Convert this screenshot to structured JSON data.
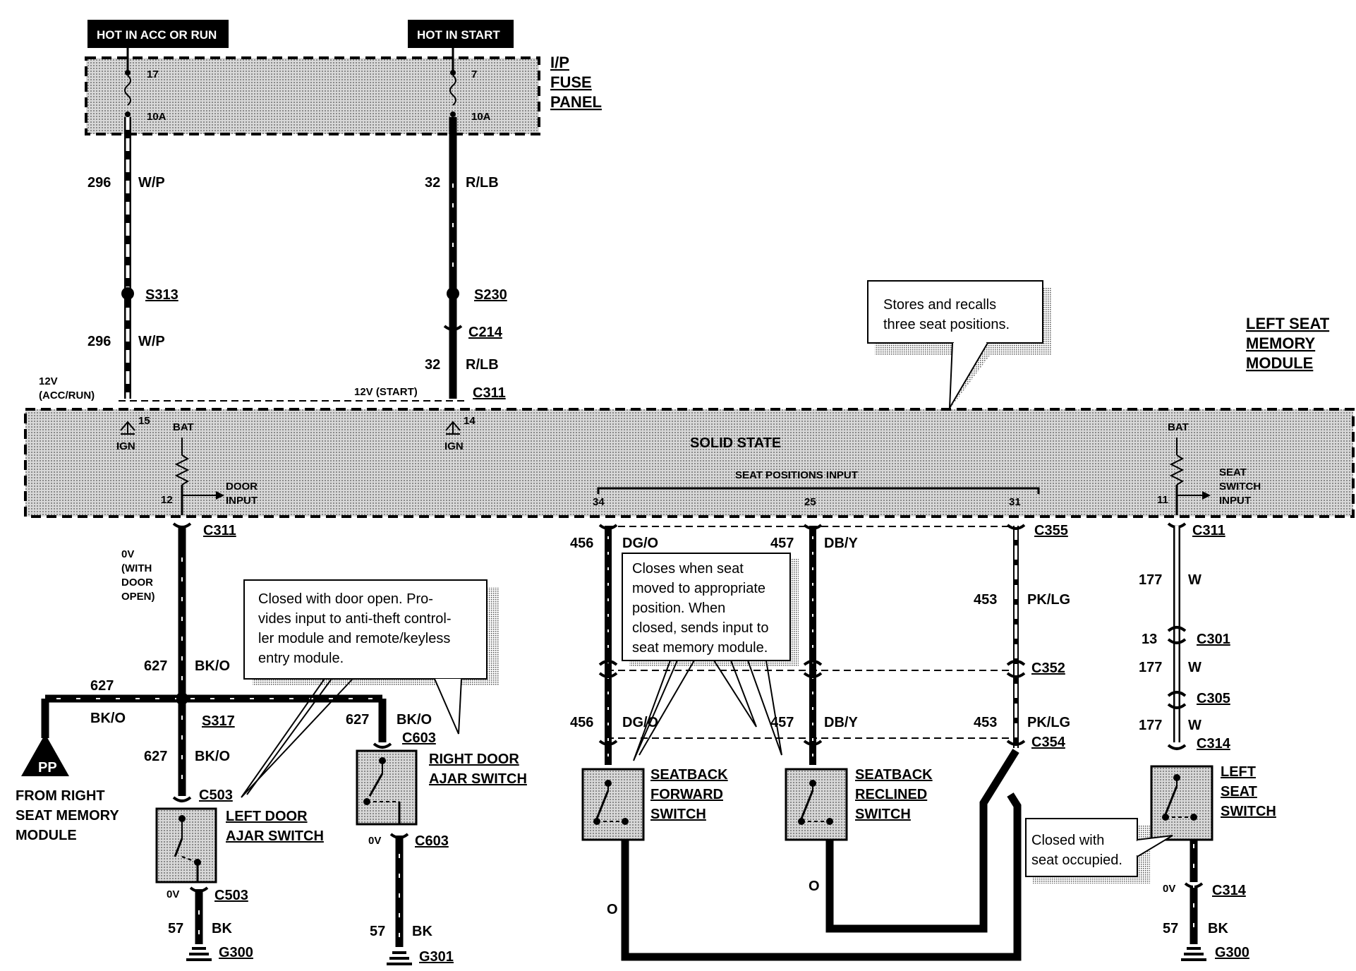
{
  "headers": {
    "hot_acc_run": "HOT IN ACC OR RUN",
    "hot_start": "HOT IN START"
  },
  "fuse_panel": {
    "title_l1": "I/P",
    "title_l2": "FUSE",
    "title_l3": "PANEL",
    "fuse17_num": "17",
    "fuse17_amp": "10A",
    "fuse7_num": "7",
    "fuse7_amp": "10A"
  },
  "module": {
    "title_l1": "LEFT SEAT",
    "title_l2": "MEMORY",
    "title_l3": "MODULE",
    "solid_state": "SOLID STATE",
    "seat_positions_input": "SEAT POSITIONS INPUT",
    "pin15": "15",
    "pin14": "14",
    "pin12": "12",
    "pin34": "34",
    "pin25": "25",
    "pin31": "31",
    "pin11": "11",
    "ign_a": "IGN",
    "ign_b": "IGN",
    "bat_a": "BAT",
    "bat_b": "BAT",
    "door_input_l1": "DOOR",
    "door_input_l2": "INPUT",
    "seat_switch_l1": "SEAT",
    "seat_switch_l2": "SWITCH",
    "seat_switch_l3": "INPUT",
    "v12_acc_l1": "12V",
    "v12_acc_l2": "(ACC/RUN)",
    "v12_start": "12V (START)"
  },
  "callouts": {
    "module_note_l1": "Stores and recalls",
    "module_note_l2": "three seat positions.",
    "door_note_l1": "Closed with door open.  Pro-",
    "door_note_l2": "vides input to anti-theft control-",
    "door_note_l3": "ler module and remote/keyless",
    "door_note_l4": "entry module.",
    "seatback_note_l1": "Closes when seat",
    "seatback_note_l2": "moved to appropriate",
    "seatback_note_l3": "position. When",
    "seatback_note_l4": "closed, sends input to",
    "seatback_note_l5": "seat memory module.",
    "seat_note_l1": "Closed with",
    "seat_note_l2": "seat occupied."
  },
  "wires": {
    "w296_num": "296",
    "w296_color": "W/P",
    "w32_num": "32",
    "w32_color": "R/LB",
    "w627_num": "627",
    "w627_color": "BK/O",
    "w456_num": "456",
    "w456_color": "DG/O",
    "w457_num": "457",
    "w457_color": "DB/Y",
    "w453_num": "453",
    "w453_color": "PK/LG",
    "w177_num": "177",
    "w177_color": "W",
    "w13_num": "13",
    "w57_num": "57",
    "w57_color": "BK",
    "o_color": "O",
    "zero_v": "0V",
    "zero_v_door_l1": "0V",
    "zero_v_door_l2": "(WITH",
    "zero_v_door_l3": "DOOR",
    "zero_v_door_l4": "OPEN)"
  },
  "connectors": {
    "s313": "S313",
    "s230": "S230",
    "c214": "C214",
    "c311": "C311",
    "s317": "S317",
    "c503": "C503",
    "c603": "C603",
    "c355": "C355",
    "c352": "C352",
    "c354": "C354",
    "c301": "C301",
    "c305": "C305",
    "c314": "C314",
    "g300": "G300",
    "g301": "G301"
  },
  "components": {
    "left_door_l1": "LEFT DOOR",
    "left_door_l2": "AJAR SWITCH",
    "right_door_l1": "RIGHT DOOR",
    "right_door_l2": "AJAR SWITCH",
    "seatback_fwd_l1": "SEATBACK",
    "seatback_fwd_l2": "FORWARD",
    "seatback_fwd_l3": "SWITCH",
    "seatback_rec_l1": "SEATBACK",
    "seatback_rec_l2": "RECLINED",
    "seatback_rec_l3": "SWITCH",
    "left_seat_l1": "LEFT",
    "left_seat_l2": "SEAT",
    "left_seat_l3": "SWITCH",
    "from_right_l1": "FROM RIGHT",
    "from_right_l2": "SEAT MEMORY",
    "from_right_l3": "MODULE",
    "pp_label": "PP"
  }
}
